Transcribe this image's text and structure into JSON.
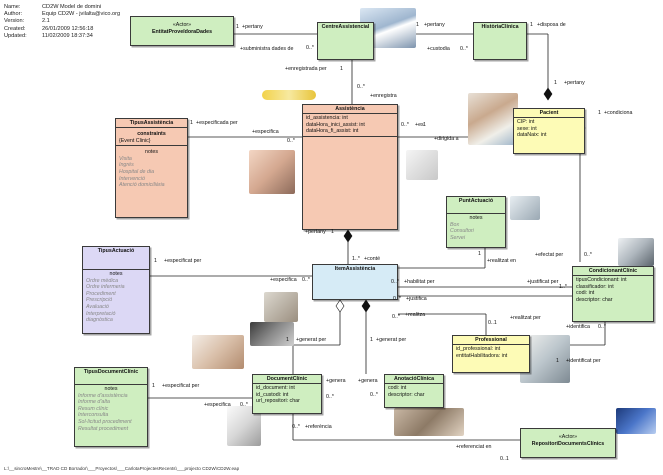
{
  "meta": {
    "rows": [
      {
        "key": "Name:",
        "value": "CD2W Model de domini"
      },
      {
        "key": "Author:",
        "value": "Equip CD2W - jvilalta@vico.org"
      },
      {
        "key": "Version:",
        "value": "2.1"
      },
      {
        "key": "Created:",
        "value": "26/01/2009 12:56:18"
      },
      {
        "key": "Updated:",
        "value": "11/02/2009 18:37:34"
      }
    ]
  },
  "classes": {
    "entitat": {
      "stereotype": "«Actor»",
      "name": "EntitatProveïdoraDades"
    },
    "centre": {
      "name": "CentreAssistencial"
    },
    "historia": {
      "name": "HistòriaClínica"
    },
    "pacient": {
      "name": "Pacient",
      "attrs": [
        "CIP:  int",
        "sexe:  int",
        "dataNaix:  int"
      ]
    },
    "assistencia": {
      "name": "Assistència",
      "attrs": [
        "id_assistencia:  int",
        "dataHora_inici_assist:  int",
        "dataHora_fi_assist:  int"
      ]
    },
    "tipusAssistencia": {
      "name": "TipusAssistència",
      "constraints_title": "constraints",
      "constraint": "{Event Clinic}",
      "notes_title": "notes",
      "notes": [
        "Visita",
        "Ingrés",
        "Hospital de dia",
        "Intervenció",
        "Atenció domiciliària"
      ]
    },
    "puntActuacio": {
      "name": "PuntActuació",
      "notes_title": "notes",
      "notes": [
        "Box",
        "Consultori",
        "Servei"
      ]
    },
    "tipusActuacio": {
      "name": "TipusActuació",
      "notes_title": "notes",
      "notes": [
        "Ordre mèdica",
        "Ordre infermeria",
        "Procediment",
        "Prescripció",
        "Avaluació",
        "Interpretació",
        "diagnòstica"
      ]
    },
    "itemAssistencia": {
      "name": "ItemAssistència"
    },
    "condicionantClinic": {
      "name": "CondicionantClínic",
      "attrs": [
        "tipusCondicionant:  int",
        "classificador:  int",
        "codi:  int",
        "descriptor:  char"
      ]
    },
    "professional": {
      "name": "Professional",
      "attrs": [
        "id_professional:  int",
        "entitatHabilitadora:  int"
      ]
    },
    "tipusDocumentClinic": {
      "name": "TipusDocumentClínic",
      "notes_title": "notes",
      "notes": [
        "Informe d'assistència",
        "Informe d'alta",
        "Resum clínic",
        "Interconsulta",
        "Sol·licitud procediment",
        "Resultat procediment"
      ]
    },
    "documentClinic": {
      "name": "DocumentClínic",
      "attrs": [
        "id_document:  int",
        "id_custodi:  int",
        "url_repositori:  char"
      ]
    },
    "anotacioClinica": {
      "name": "AnotacióClínica",
      "attrs": [
        "codi:  int",
        "descriptor:  char"
      ]
    },
    "repositori": {
      "stereotype": "«Actor»",
      "name": "RepositoriDocumentsClínics"
    }
  },
  "labels": {
    "l1": "1",
    "l2": "+pertany",
    "l3": "+subministra dades de",
    "l4": "0..*",
    "l5": "1",
    "l6": "+pertany",
    "l7": "+custodia",
    "l8": "0..*",
    "l9": "1",
    "l10": "+disposa de",
    "l11": "1",
    "l12": "+pertany",
    "l13": "+enregistrada per",
    "l14": "1",
    "l15": "0..*",
    "l16": "+enregistra",
    "l17": "1",
    "l18": "+especificada per",
    "l19": "+especifica",
    "l20": "0..*",
    "l21": "0..*",
    "l22": "+es",
    "l23": "1",
    "l24": "+dirigida a",
    "l25": "1",
    "l26": "+condiciona",
    "l27": "+pertany",
    "l28": "1",
    "l29": "1..*",
    "l30": "+conté",
    "l31": "1",
    "l32": "+especificat per",
    "l33": "+especifica",
    "l34": "0..*",
    "l35": "1",
    "l36": "+realitzat en",
    "l37": "+efectat per",
    "l38": "0..*",
    "l39": "0..*",
    "l40": "+habilitat per",
    "l41": "0..*",
    "l42": "+justifica",
    "l43": "+justificat per",
    "l44": "1..*",
    "l45": "0..*",
    "l46": "+realitza",
    "l47": "0..1",
    "l48": "+realitzat per",
    "l49": "+identifica",
    "l50": "0..*",
    "l51": "1",
    "l52": "+identificat per",
    "l53": "1",
    "l54": "+generat per",
    "l55": "1",
    "l56": "+generat per",
    "l57": "+genera",
    "l58": "0..*",
    "l59": "+genera",
    "l60": "0..*",
    "l61": "1",
    "l62": "+especificat per",
    "l63": "+especifica",
    "l64": "0..*",
    "l65": "0..*",
    "l66": "+referència",
    "l67": "+referenciat en",
    "l68": "0..1"
  },
  "colors": {
    "class_green": "#cfeec0",
    "class_yellow": "#fdfbb6",
    "class_salmon": "#f6c9b3",
    "class_lavender": "#dcd8f5",
    "class_blue": "#d6ebf6",
    "line": "#222222"
  },
  "footer": "L:\\__sincroMestre\\__TRAD CD Borrador\\___Proyectos\\___CarlotaProjectesRecents\\___projecto CD2W\\CD2W.eap"
}
